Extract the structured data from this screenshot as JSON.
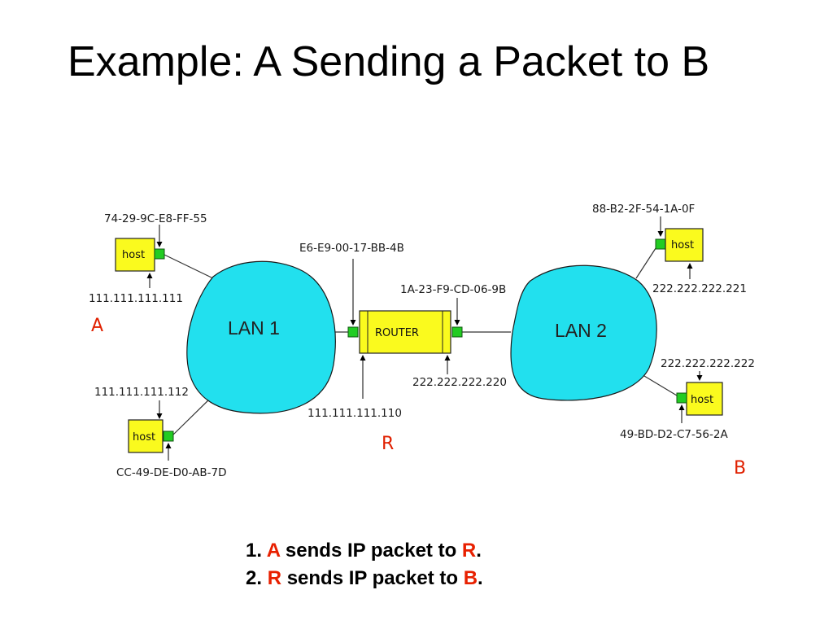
{
  "title": "Example: A Sending a Packet to B",
  "colors": {
    "lan_fill": "#22e0ee",
    "box_fill": "#fafa1e",
    "interface": "#22cc22",
    "highlight": "#e82000"
  },
  "diagram": {
    "lan1": "LAN 1",
    "lan2": "LAN 2",
    "router": {
      "label": "ROUTER",
      "left_mac": "E6-E9-00-17-BB-4B",
      "left_ip": "111.111.111.110",
      "right_mac": "1A-23-F9-CD-06-9B",
      "right_ip": "222.222.222.220",
      "letter": "R"
    },
    "host_a": {
      "label": "host",
      "mac": "74-29-9C-E8-FF-55",
      "ip": "111.111.111.111",
      "letter": "A"
    },
    "host_a2": {
      "label": "host",
      "ip": "111.111.111.112",
      "mac": "CC-49-DE-D0-AB-7D"
    },
    "host_b2": {
      "label": "host",
      "mac": "88-B2-2F-54-1A-0F",
      "ip": "222.222.222.221"
    },
    "host_b": {
      "label": "host",
      "ip": "222.222.222.222",
      "mac": "49-BD-D2-C7-56-2A",
      "letter": "B"
    }
  },
  "steps": [
    {
      "number": "1.",
      "src": "A",
      "text": "sends IP packet to",
      "dst": "R",
      "end": "."
    },
    {
      "number": "2.",
      "src": "R",
      "text": "sends IP packet to",
      "dst": "B",
      "end": "."
    }
  ]
}
